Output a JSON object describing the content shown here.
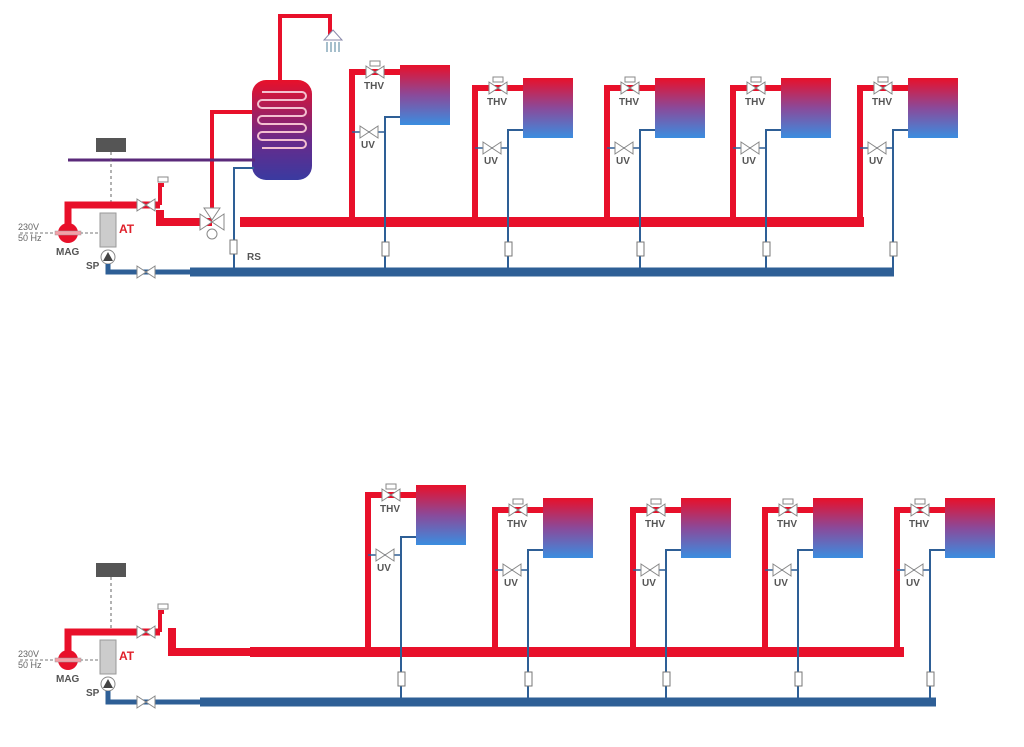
{
  "colors": {
    "supply": "#e8102a",
    "return": "#2e5f96",
    "purple": "#5a2a7a",
    "controller": "#555555"
  },
  "labels": {
    "voltage": "230V",
    "frequency": "50 Hz",
    "expansion_vessel": "MAG",
    "boiler": "AT",
    "pump": "SP",
    "check_valve": "RS",
    "thermostatic_valve": "THV",
    "shutoff_valve": "UV"
  },
  "diagrams": [
    {
      "name": "with-storage-tank",
      "radiator_count": 5
    },
    {
      "name": "without-storage-tank",
      "radiator_count": 5
    }
  ]
}
